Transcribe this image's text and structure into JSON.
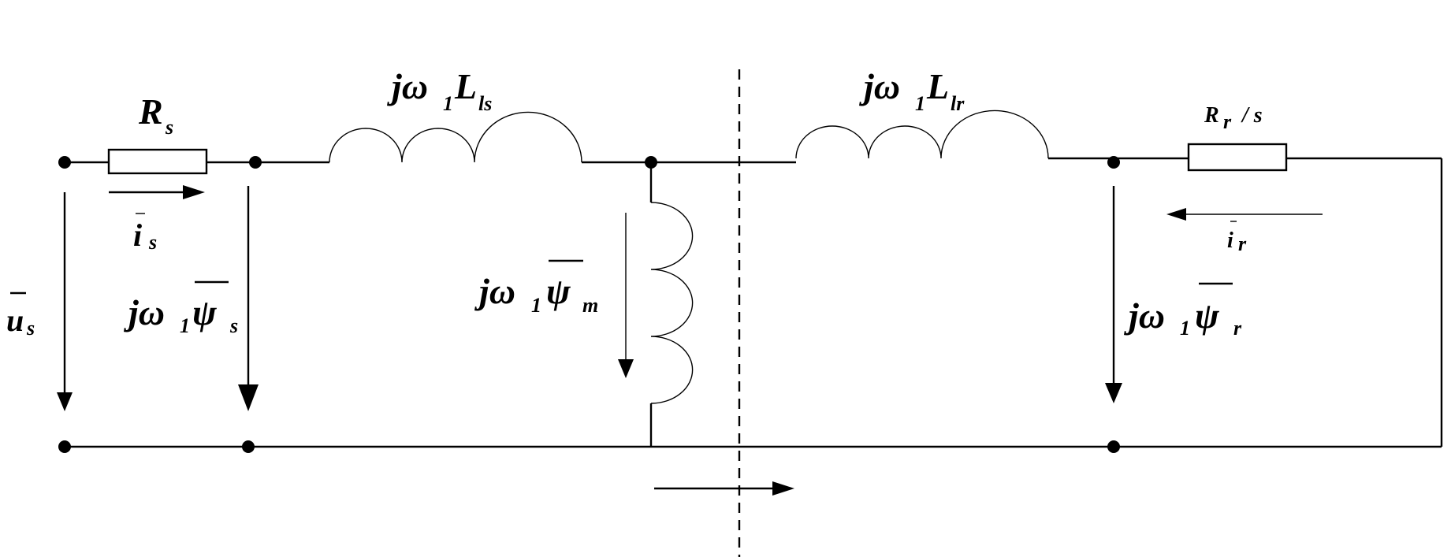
{
  "diagram": {
    "labels": {
      "rs": {
        "main": "R",
        "sub": "s"
      },
      "rr": {
        "main": "R",
        "sub": "r",
        "tail": "/ s"
      },
      "lls": {
        "pre": "jω",
        "sub1": "1",
        "main": "L",
        "sub2": "ls"
      },
      "llr": {
        "pre": "jω",
        "sub1": "1",
        "main": "L",
        "sub2": "lr"
      },
      "is": {
        "main": "i",
        "sub": "s"
      },
      "ir": {
        "main": "i",
        "sub": "r"
      },
      "us": {
        "main": "u",
        "sub": "s"
      },
      "psis": {
        "pre": "jω",
        "sub1": "1",
        "main": "ψ",
        "sub2": "s"
      },
      "psim": {
        "pre": "jω",
        "sub1": "1",
        "main": "ψ",
        "sub2": "m"
      },
      "psir": {
        "pre": "jω",
        "sub1": "1",
        "main": "ψ",
        "sub2": "r"
      }
    }
  }
}
